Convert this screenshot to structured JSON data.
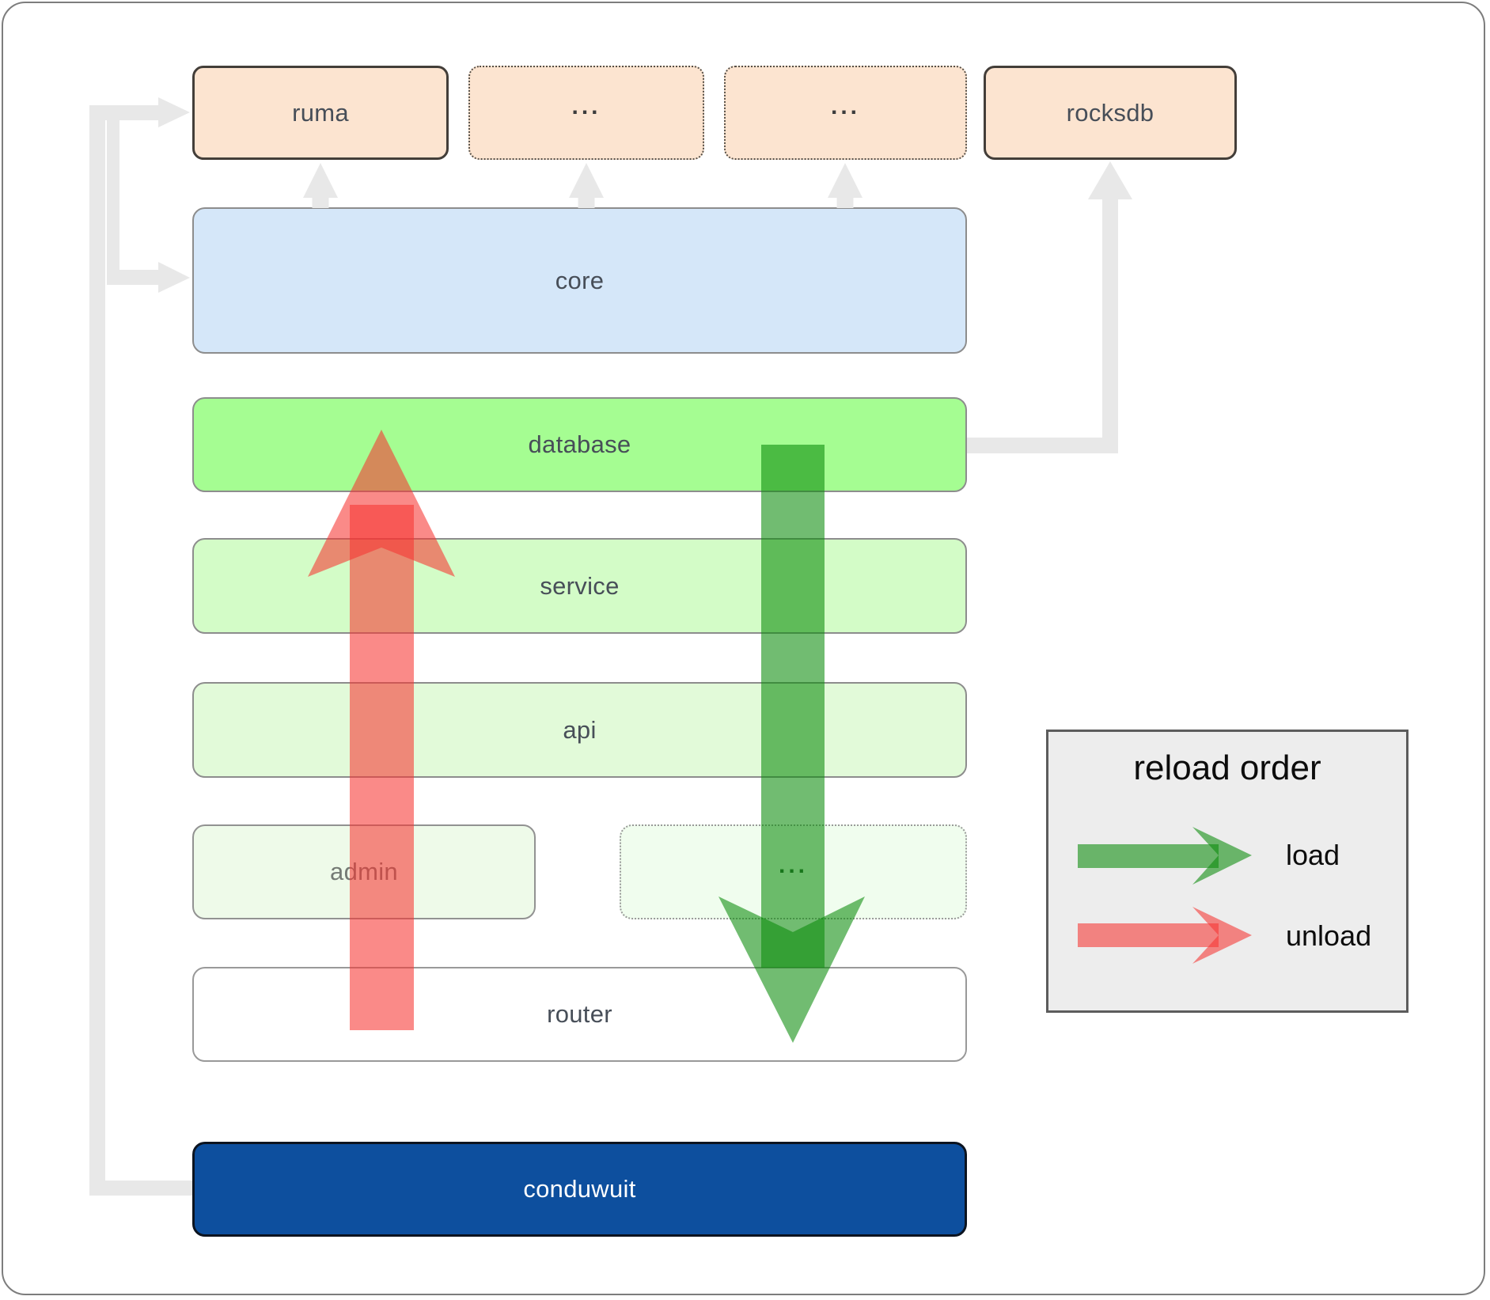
{
  "boxes": {
    "ruma": "ruma",
    "ellipsis_top_1": "...",
    "ellipsis_top_2": "...",
    "rocksdb": "rocksdb",
    "core": "core",
    "database": "database",
    "service": "service",
    "api": "api",
    "admin": "admin",
    "ellipsis_module": "...",
    "router": "router",
    "conduwuit": "conduwuit"
  },
  "legend": {
    "title": "reload order",
    "items": [
      {
        "label": "load",
        "color": "#0a8c0a"
      },
      {
        "label": "unload",
        "color": "#f63532"
      }
    ]
  },
  "colors": {
    "load_arrow": "#0a8c0a",
    "unload_arrow": "#f63532",
    "dependency_arrow": "#e8e8e8",
    "crate_box_fill": "#fce4d0",
    "core_fill": "#d5e7f9",
    "database_fill": "#a5fd92",
    "conduwuit_fill": "#0d4f9e",
    "legend_fill": "#ededed"
  }
}
